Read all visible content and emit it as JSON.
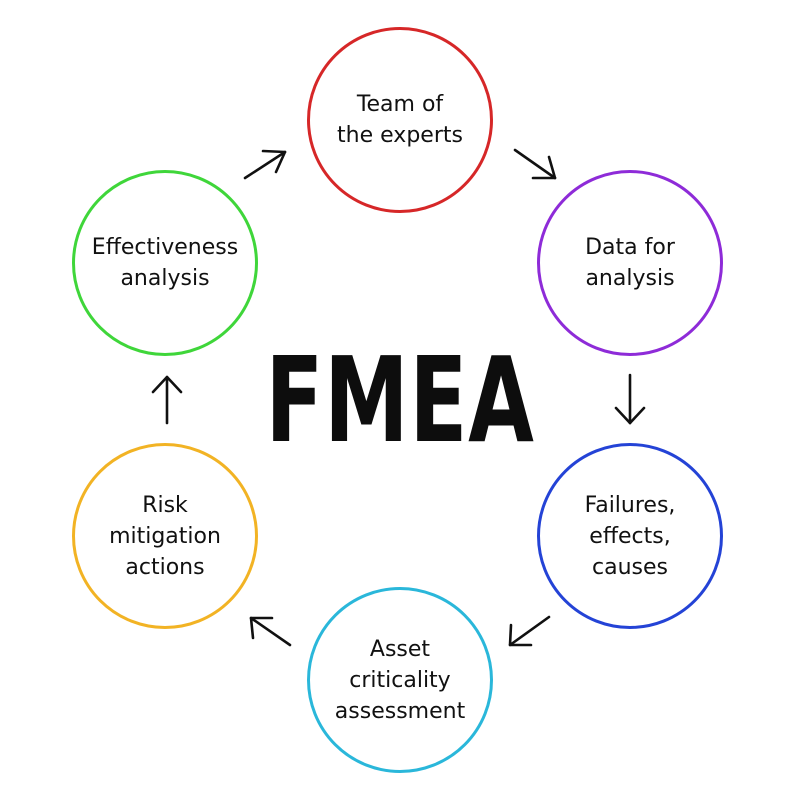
{
  "center_title": "FMEA",
  "nodes": [
    {
      "id": "team",
      "label": "Team of\nthe experts",
      "color": "#d62728"
    },
    {
      "id": "data",
      "label": "Data for\nanalysis",
      "color": "#8e2bd8"
    },
    {
      "id": "failures",
      "label": "Failures,\neffects,\ncauses",
      "color": "#2443d6"
    },
    {
      "id": "asset",
      "label": "Asset\ncriticality\nassessment",
      "color": "#2ab7da"
    },
    {
      "id": "risk",
      "label": "Risk\nmitigation\nactions",
      "color": "#f2b324"
    },
    {
      "id": "effect",
      "label": "Effectiveness\nanalysis",
      "color": "#3fd63a"
    }
  ],
  "edges": [
    {
      "from": "team",
      "to": "data"
    },
    {
      "from": "data",
      "to": "failures"
    },
    {
      "from": "failures",
      "to": "asset"
    },
    {
      "from": "asset",
      "to": "risk"
    },
    {
      "from": "risk",
      "to": "effect"
    },
    {
      "from": "effect",
      "to": "team"
    }
  ]
}
